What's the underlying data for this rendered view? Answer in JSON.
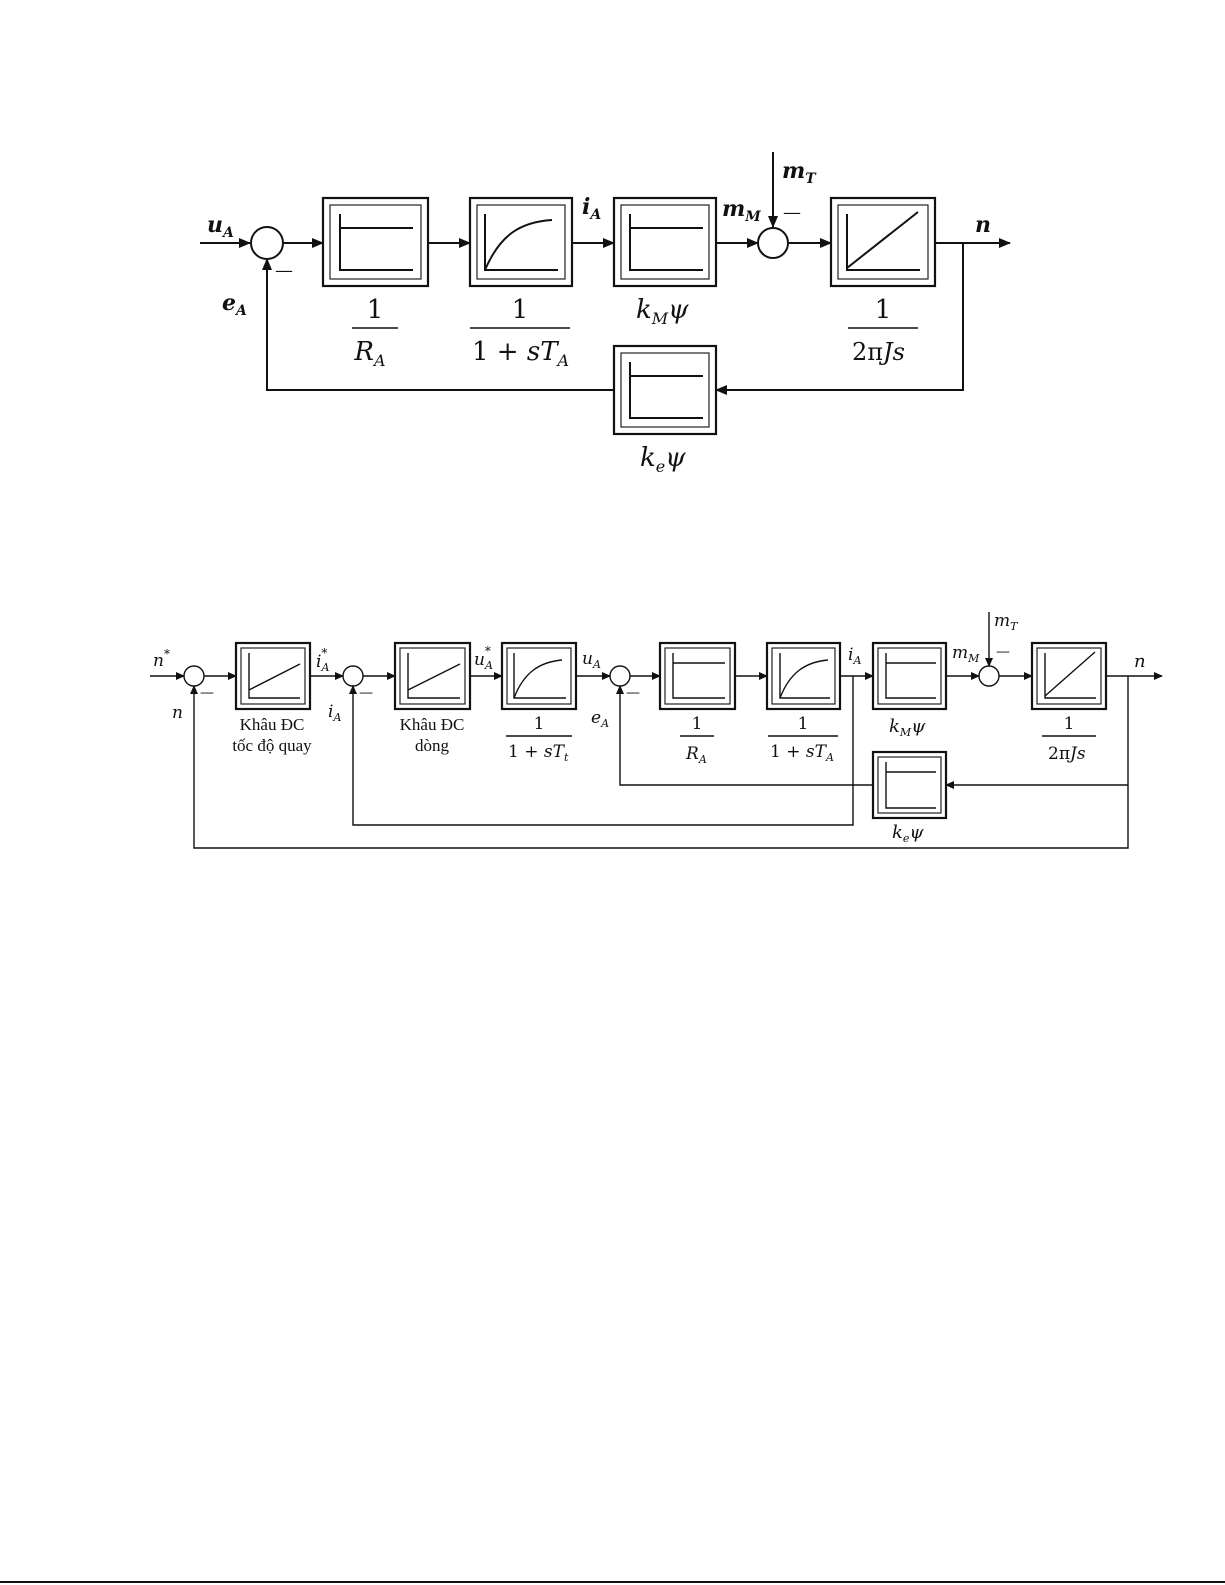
{
  "diagram1": {
    "signals": {
      "input": "u",
      "input_sub": "A",
      "feedback": "e",
      "feedback_sub": "A",
      "current": "i",
      "current_sub": "A",
      "motor_torque": "m",
      "motor_torque_sub": "M",
      "load_torque": "m",
      "load_torque_sub": "T",
      "output": "n",
      "minus": "—"
    },
    "blocks": {
      "b1": {
        "num": "1",
        "den": "R",
        "den_sub": "A"
      },
      "b2": {
        "num": "1",
        "den_pre": "1 + ",
        "den_s": "sT",
        "den_sub": "A"
      },
      "b3": {
        "k": "k",
        "k_sub": "M",
        "psi": "ψ"
      },
      "b4": {
        "num": "1",
        "den_pre": "2π",
        "den_it": "Js"
      },
      "fb": {
        "k": "k",
        "k_sub": "e",
        "psi": "ψ"
      }
    }
  },
  "diagram2": {
    "signals": {
      "ref": "n",
      "ref_sup": "*",
      "n_fb": "n",
      "iA_ref": "i",
      "iA_ref_sub": "A",
      "iA_ref_sup": "*",
      "iA_fb": "i",
      "iA_fb_sub": "A",
      "uA_ref": "u",
      "uA_ref_sub": "A",
      "uA_ref_sup": "*",
      "uA": "u",
      "uA_sub": "A",
      "eA": "e",
      "eA_sub": "A",
      "iA": "i",
      "iA_sub": "A",
      "mM": "m",
      "mM_sub": "M",
      "mT": "m",
      "mT_sub": "T",
      "n_out": "n",
      "minus": "—"
    },
    "blocks": {
      "speed_ctrl": {
        "line1": "Khâu ĐC",
        "line2": "tốc độ quay"
      },
      "current_ctrl": {
        "line1": "Khâu ĐC",
        "line2": "dòng"
      },
      "conv": {
        "num": "1",
        "den_pre": "1 + ",
        "den_s": "sT",
        "den_sub": "t"
      },
      "b1": {
        "num": "1",
        "den": "R",
        "den_sub": "A"
      },
      "b2": {
        "num": "1",
        "den_pre": "1 + ",
        "den_s": "sT",
        "den_sub": "A"
      },
      "b3": {
        "k": "k",
        "k_sub": "M",
        "psi": "ψ"
      },
      "b4": {
        "num": "1",
        "den_pre": "2π",
        "den_it": "Js"
      },
      "fb": {
        "k": "k",
        "k_sub": "e",
        "psi": "ψ"
      }
    }
  }
}
